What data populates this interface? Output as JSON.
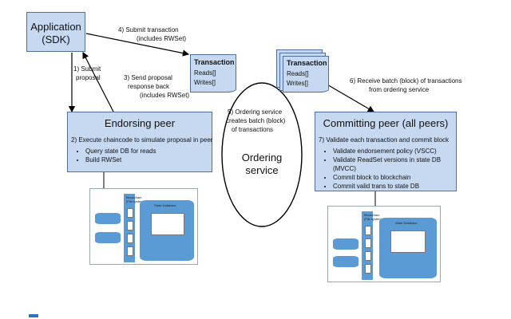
{
  "app": {
    "line1": "Application",
    "line2": "(SDK)"
  },
  "labels": {
    "step1_l1": "1) Submit",
    "step1_l2": "proposal",
    "step3_l1": "3) Send proposal",
    "step3_l2": "response back",
    "step3_l3": "(includes RWSet)",
    "step4_l1": "4) Submit transaction",
    "step4_l2": "(includes RWSet)",
    "step5_l1": "5) Ordering service",
    "step5_l2": "creates batch (block)",
    "step5_l3": "of transactions",
    "step6_l1": "6) Receive batch (block) of transactions",
    "step6_l2": "from ordering service"
  },
  "tx_left": {
    "title": "Transaction",
    "reads": "Reads[]",
    "writes": "Writes[]"
  },
  "tx_right": {
    "title": "Transaction",
    "reads": "Reads[]",
    "writes": "Writes[]"
  },
  "ordering": {
    "line1": "Ordering",
    "line2": "service"
  },
  "endorsing": {
    "title": "Endorsing peer",
    "step": "2) Execute chaincode to simulate proposal in peer",
    "bullets": [
      "Query state DB for reads",
      "Build RWSet"
    ]
  },
  "committing": {
    "title": "Committing peer (all peers)",
    "step": "7) Validate each transaction and commit block",
    "bullets": [
      "Validate endorsement policy (VSCC)",
      "Validate ReadSet versions in state DB (MVCC)",
      "Commit block to blockchain",
      "Commit valid trans to state DB"
    ]
  },
  "mini_diagram": {
    "blockchain": "Blockchain",
    "file_system": "(File system)",
    "state_db": "State Database"
  },
  "colors": {
    "box_fill": "#c6d9f1",
    "box_border": "#4f6f9f",
    "db_blue": "#5b9bd5",
    "arrow": "#000000"
  }
}
